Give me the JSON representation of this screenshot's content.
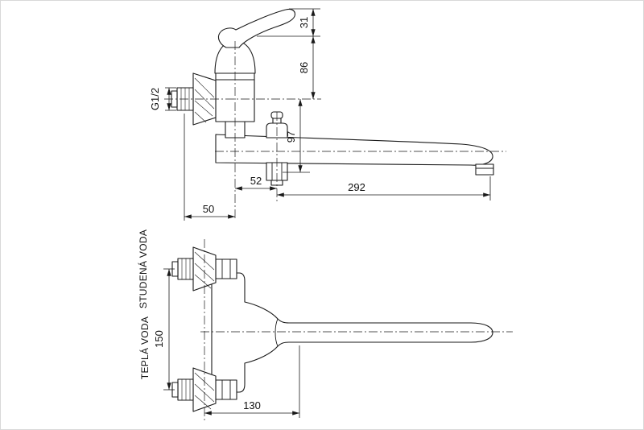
{
  "drawing": {
    "side_view": {
      "dim_handle_height": "31",
      "dim_body_height": "86",
      "dim_axis_to_outlet": "97",
      "thread_label": "G1/2",
      "dim_offset": "52",
      "dim_spout_reach": "292",
      "dim_wall_depth": "50"
    },
    "front_view": {
      "cold_water_label": "STUDENÁ VODA",
      "hot_water_label": "TEPLÁ VODA",
      "dim_inlet_spacing": "150",
      "dim_spout_center": "130"
    }
  }
}
